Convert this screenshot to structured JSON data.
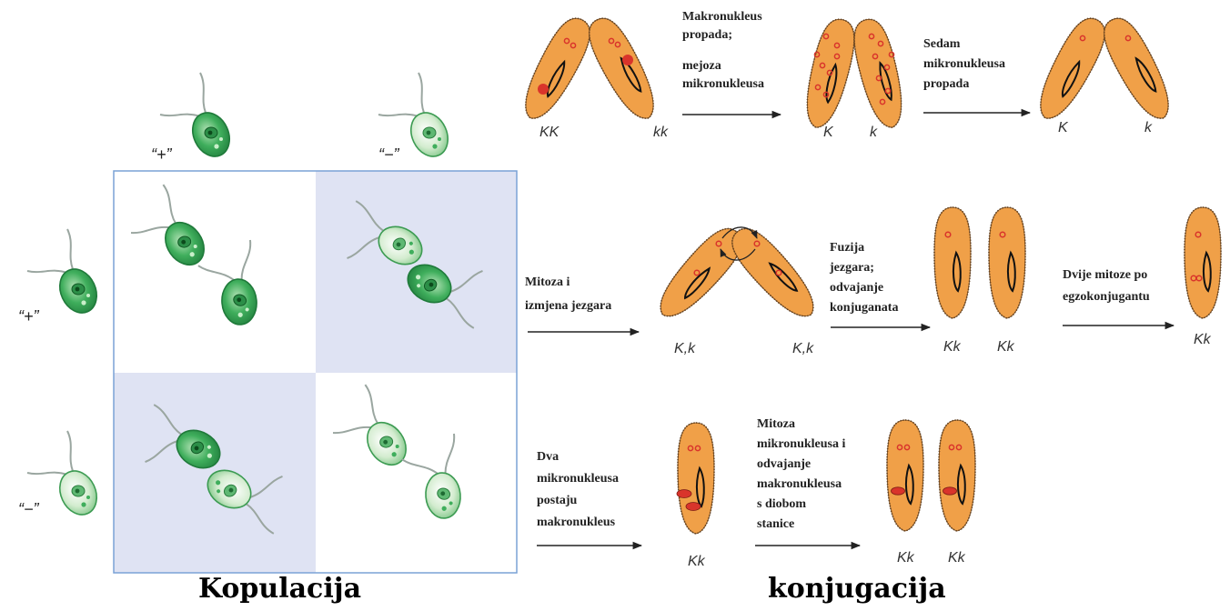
{
  "kopulacija": {
    "title": "Kopulacija",
    "col_labels": [
      "“+”",
      "“−”"
    ],
    "row_labels": [
      "“+”",
      "“−”"
    ]
  },
  "konjugacija": {
    "title": "konjugacija",
    "row1": {
      "cell_labels_1": [
        "KK",
        "kk"
      ],
      "step1_lines": [
        "Makronukleus",
        "propada;",
        "mejoza",
        "mikronukleusa"
      ],
      "cell_labels_2": [
        "K",
        "k"
      ],
      "step2_lines": [
        "Sedam",
        "mikronukleusa",
        "propada"
      ],
      "cell_labels_3": [
        "K",
        "k"
      ]
    },
    "row2": {
      "step3_lines": [
        "Mitoza i",
        "izmjena jezgara"
      ],
      "cell_labels_4": [
        "K,k",
        "K,k"
      ],
      "step4_lines": [
        "Fuzija",
        "jezgara;",
        "odvajanje",
        "konjuganata"
      ],
      "cell_labels_5": [
        "Kk",
        "Kk"
      ],
      "step5_lines": [
        "Dvije mitoze po",
        "egzokonjugantu"
      ],
      "cell_labels_6": [
        "Kk"
      ]
    },
    "row3": {
      "step6_lines": [
        "Dva",
        "mikronukleusa",
        "postaju",
        "makronukleus"
      ],
      "cell_labels_7": [
        "Kk"
      ],
      "step7_lines": [
        "Mitoza",
        "mikronukleusa i",
        "odvajanje",
        "makronukleusa",
        "s diobom",
        "stanice"
      ],
      "cell_labels_8": [
        "Kk",
        "Kk"
      ]
    }
  },
  "colors": {
    "paramecium_fill": "#F0A048",
    "paramecium_stroke": "#5a3a1a",
    "micronucleus": "#d9342b",
    "chlamy_light": "#e6f4e4",
    "chlamy_dark": "#2f9a4c",
    "grid_shade": "#dfe3f3",
    "grid_border": "#7aa2d6"
  }
}
